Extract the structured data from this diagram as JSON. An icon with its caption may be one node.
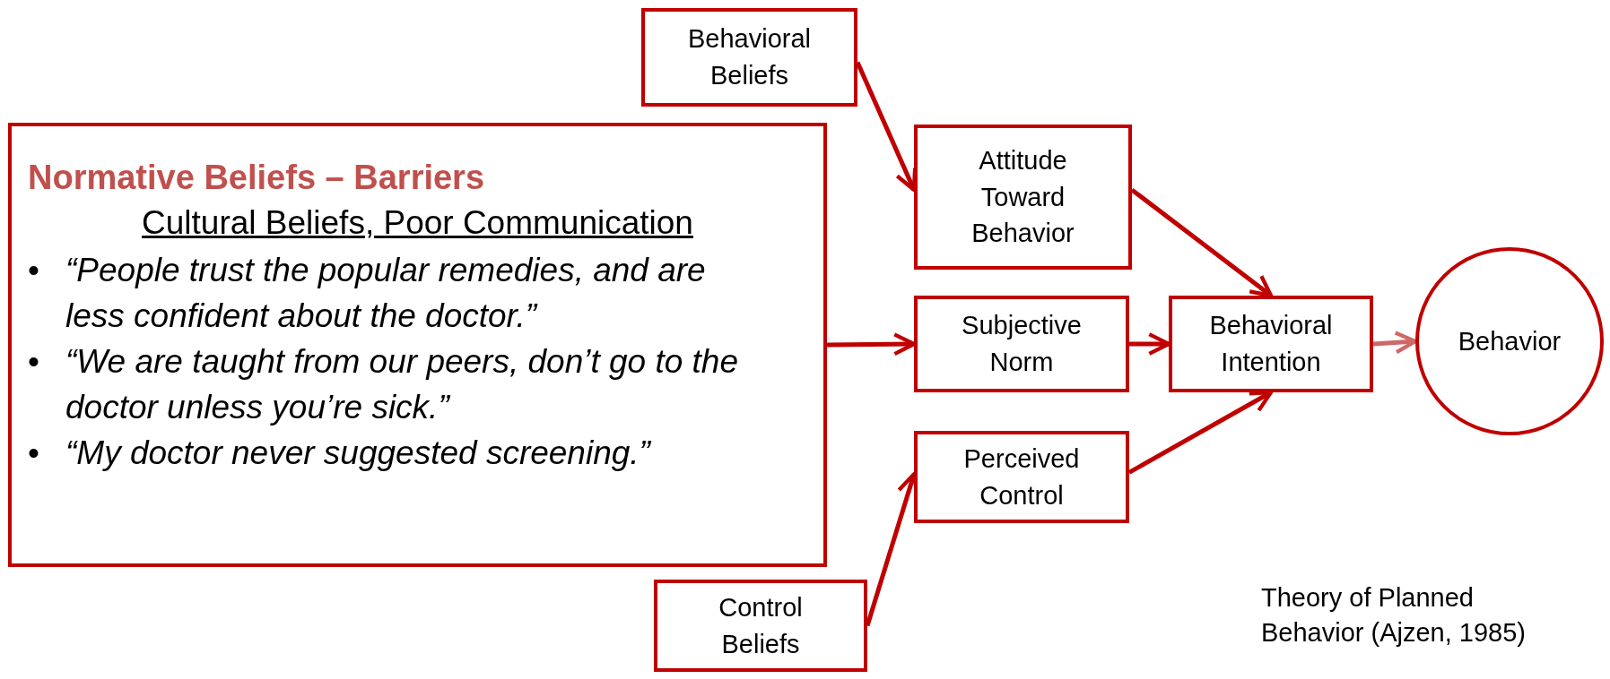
{
  "diagram": {
    "nodes": [
      {
        "text": [
          "Behavioral Beliefs"
        ]
      },
      {
        "text": [
          "Normative Beliefs – Barriers",
          "Cultural Beliefs, Poor Communication",
          "•",
          "“People trust the popular remedies, and are less confident about the doctor.”",
          "•",
          "“We are taught from our peers, don’t go to the doctor unless you’re sick.”",
          "•",
          "“My doctor never suggested screening.”"
        ]
      },
      {
        "text": [
          "Attitude Toward Behavior"
        ]
      },
      {
        "text": [
          "Subjective Norm"
        ]
      },
      {
        "text": [
          "Perceived Control"
        ]
      },
      {
        "text": [
          "Behavioral Intention"
        ]
      },
      {
        "text": [
          "Behavior"
        ]
      },
      {
        "text": [
          "Control Beliefs"
        ]
      }
    ],
    "edges": [
      {
        "from": 0,
        "to": 2,
        "arrow": "to"
      },
      {
        "from": 1,
        "to": 3,
        "arrow": "to"
      },
      {
        "from": 2,
        "to": 5,
        "arrow": "to"
      },
      {
        "from": 3,
        "to": 5,
        "arrow": "to"
      },
      {
        "from": 4,
        "to": 5,
        "arrow": "to"
      },
      {
        "from": 5,
        "to": 6,
        "arrow": "to",
        "color": "#d06868"
      },
      {
        "from": 7,
        "to": 4,
        "arrow": "to"
      }
    ],
    "labels": [
      "Theory of Planned Behavior (Ajzen, 1985)"
    ]
  }
}
